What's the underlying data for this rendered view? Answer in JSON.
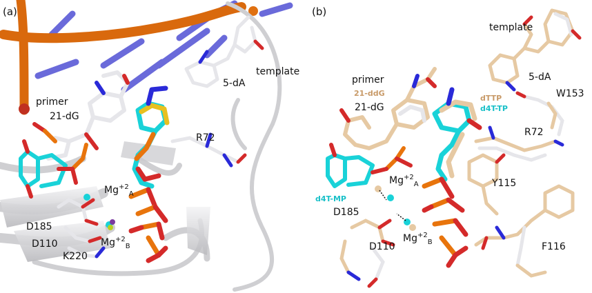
{
  "panel_a": {
    "panel_label": "(a)",
    "labels": {
      "primer": "primer",
      "dG": "21-dG",
      "template": "template",
      "dA": "5-dA",
      "r72": "R72",
      "mgA_base": "Mg",
      "mgA_sup": "+2",
      "mgA_sub": "A",
      "mgB_base": "Mg",
      "mgB_sup": "+2",
      "mgB_sub": "B",
      "d185": "D185",
      "d110": "D110",
      "k220": "K220"
    }
  },
  "panel_b": {
    "panel_label": "(b)",
    "labels": {
      "template": "template",
      "dA": "5-dA",
      "primer": "primer",
      "ddG": "21-ddG",
      "dG": "21-dG",
      "dttp": "dTTP",
      "d4ttp": "d4T-TP",
      "w153": "W153",
      "r72": "R72",
      "y115": "Y115",
      "mgA_base": "Mg",
      "mgA_sup": "+2",
      "mgA_sub": "A",
      "d4tmp": "d4T-MP",
      "d185": "D185",
      "d110": "D110",
      "mgB_base": "Mg",
      "mgB_sup": "+2",
      "mgB_sub": "B",
      "f116": "F116"
    }
  },
  "colors": {
    "carbon_grey": "#d8d8dc",
    "carbon_wheat": "#e6c9a3",
    "cyan": "#19d2d8",
    "orange": "#e8740c",
    "red": "#d42a2a",
    "blue": "#2a2ad8",
    "backbone_orange": "#d9690d",
    "dna_blue": "#4f4fd0",
    "ribbon": "#cfcfd2"
  }
}
